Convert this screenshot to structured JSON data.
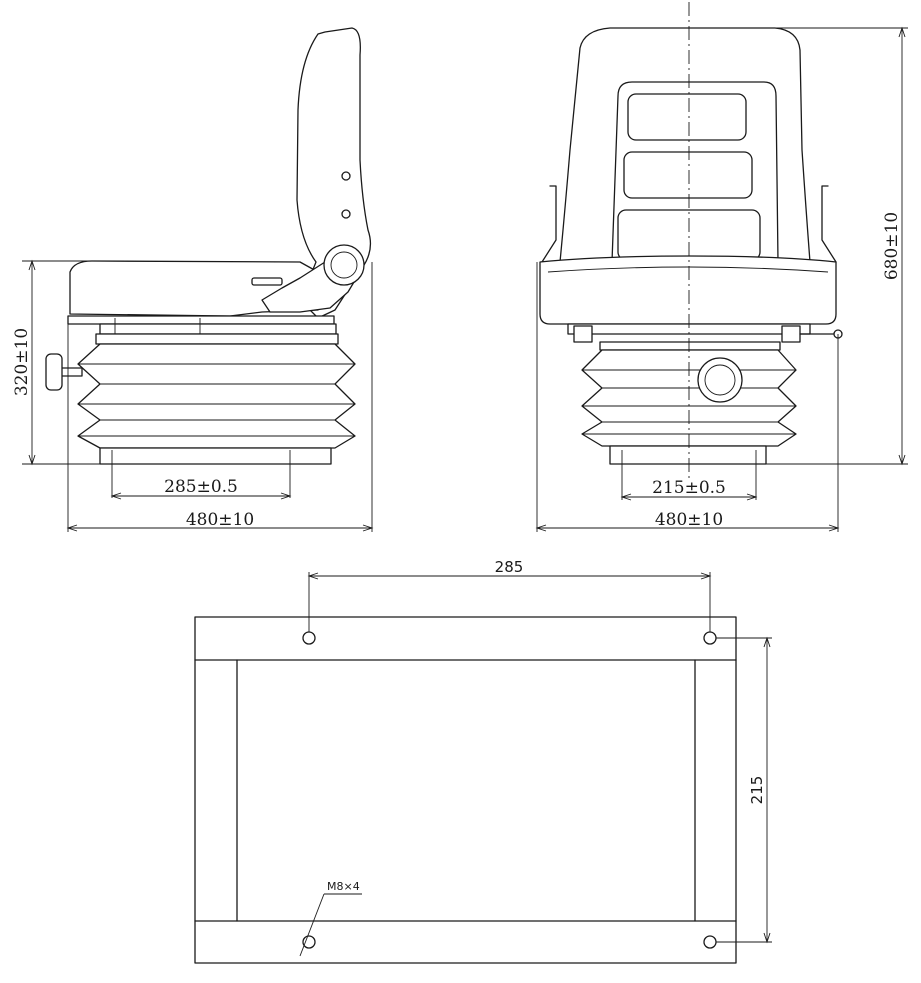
{
  "side_view": {
    "height_dim": "320±10",
    "base_dim": "285±0.5",
    "width_dim": "480±10"
  },
  "front_view": {
    "height_dim": "680±10",
    "base_dim": "215±0.5",
    "width_dim": "480±10"
  },
  "mounting_plate": {
    "hole_spacing_x": "285",
    "hole_spacing_y": "215",
    "bolt_callout": "M8×4"
  }
}
